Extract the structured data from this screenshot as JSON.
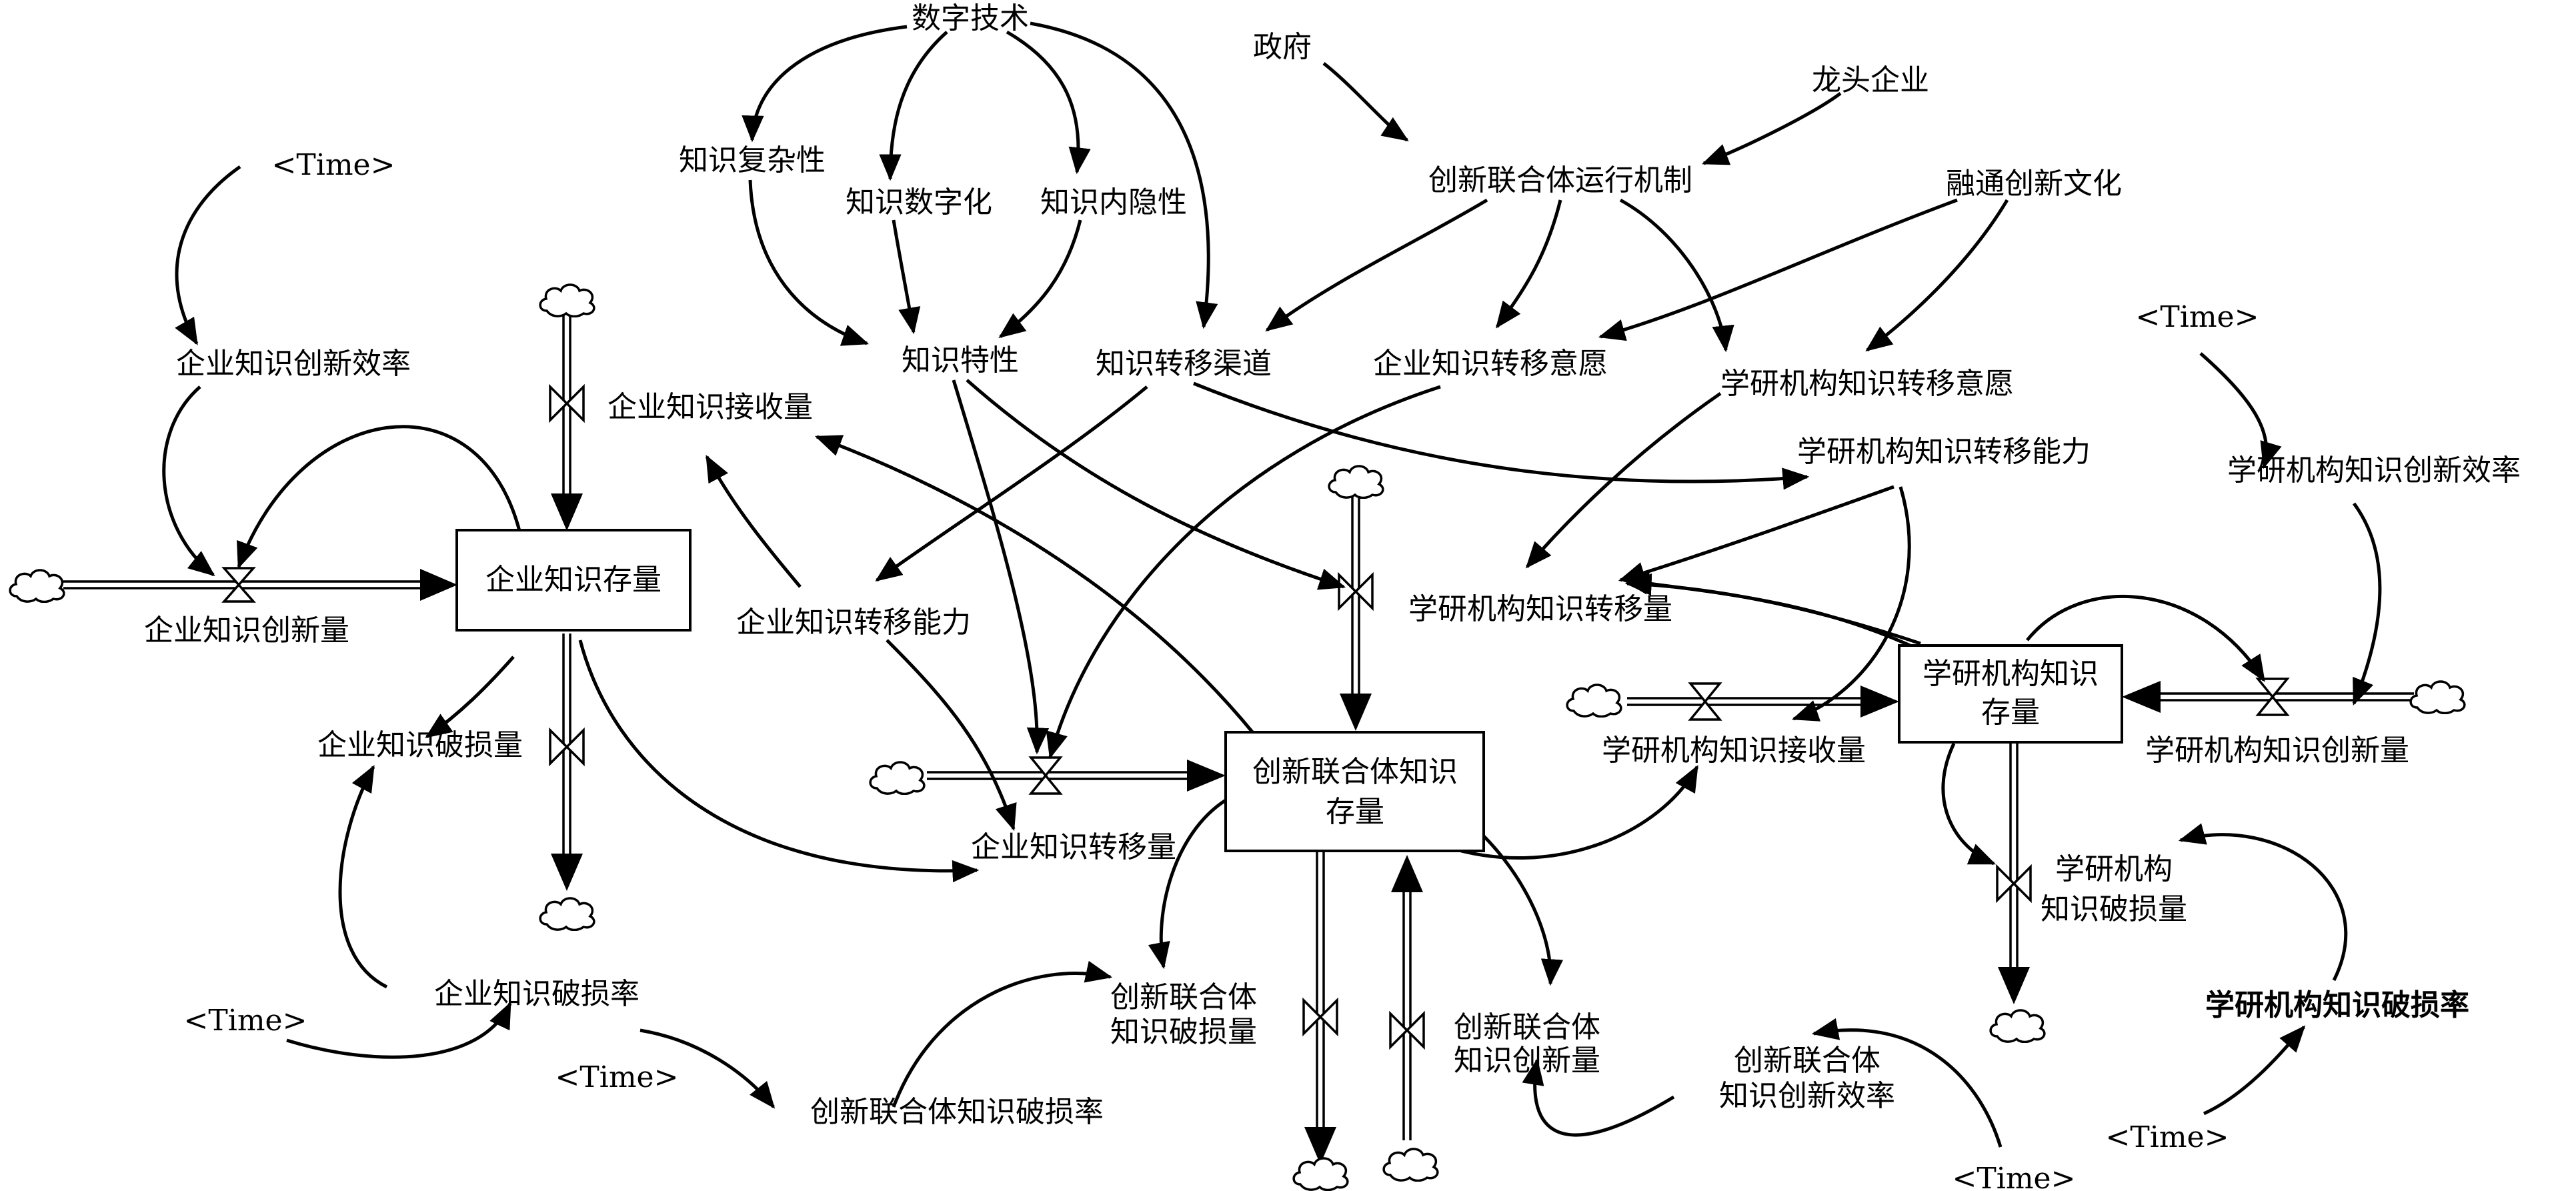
{
  "diagram": {
    "stocks": {
      "enterprise_stock": "企业知识存量",
      "alliance_stock_l1": "创新联合体知识",
      "alliance_stock_l2": "存量",
      "institute_stock_l1": "学研机构知识",
      "institute_stock_l2": "存量"
    },
    "flows": {
      "enterprise_innovation": "企业知识创新量",
      "enterprise_receive": "企业知识接收量",
      "enterprise_loss": "企业知识破损量",
      "enterprise_transfer": "企业知识转移量",
      "institute_transfer": "学研机构知识转移量",
      "institute_receive": "学研机构知识接收量",
      "institute_innovation": "学研机构知识创新量",
      "institute_loss_l1": "学研机构",
      "institute_loss_l2": "知识破损量",
      "alliance_loss_l1": "创新联合体",
      "alliance_loss_l2": "知识破损量",
      "alliance_innovation_l1": "创新联合体",
      "alliance_innovation_l2": "知识创新量"
    },
    "variables": {
      "digital_tech": "数字技术",
      "government": "政府",
      "leading_enterprise": "龙头企业",
      "mechanism": "创新联合体运行机制",
      "integration_culture": "融通创新文化",
      "knowledge_complexity": "知识复杂性",
      "knowledge_digitization": "知识数字化",
      "knowledge_tacitness": "知识内隐性",
      "knowledge_property": "知识特性",
      "transfer_channel": "知识转移渠道",
      "enterprise_willingness": "企业知识转移意愿",
      "institute_willingness": "学研机构知识转移意愿",
      "institute_ability": "学研机构知识转移能力",
      "enterprise_ability": "企业知识转移能力",
      "enterprise_efficiency": "企业知识创新效率",
      "institute_efficiency": "学研机构知识创新效率",
      "enterprise_loss_rate": "企业知识破损率",
      "alliance_loss_rate": "创新联合体知识破损率",
      "alliance_efficiency_l1": "创新联合体",
      "alliance_efficiency_l2": "知识创新效率",
      "institute_loss_rate": "学研机构知识破损率"
    },
    "time_label": "<Time>"
  }
}
